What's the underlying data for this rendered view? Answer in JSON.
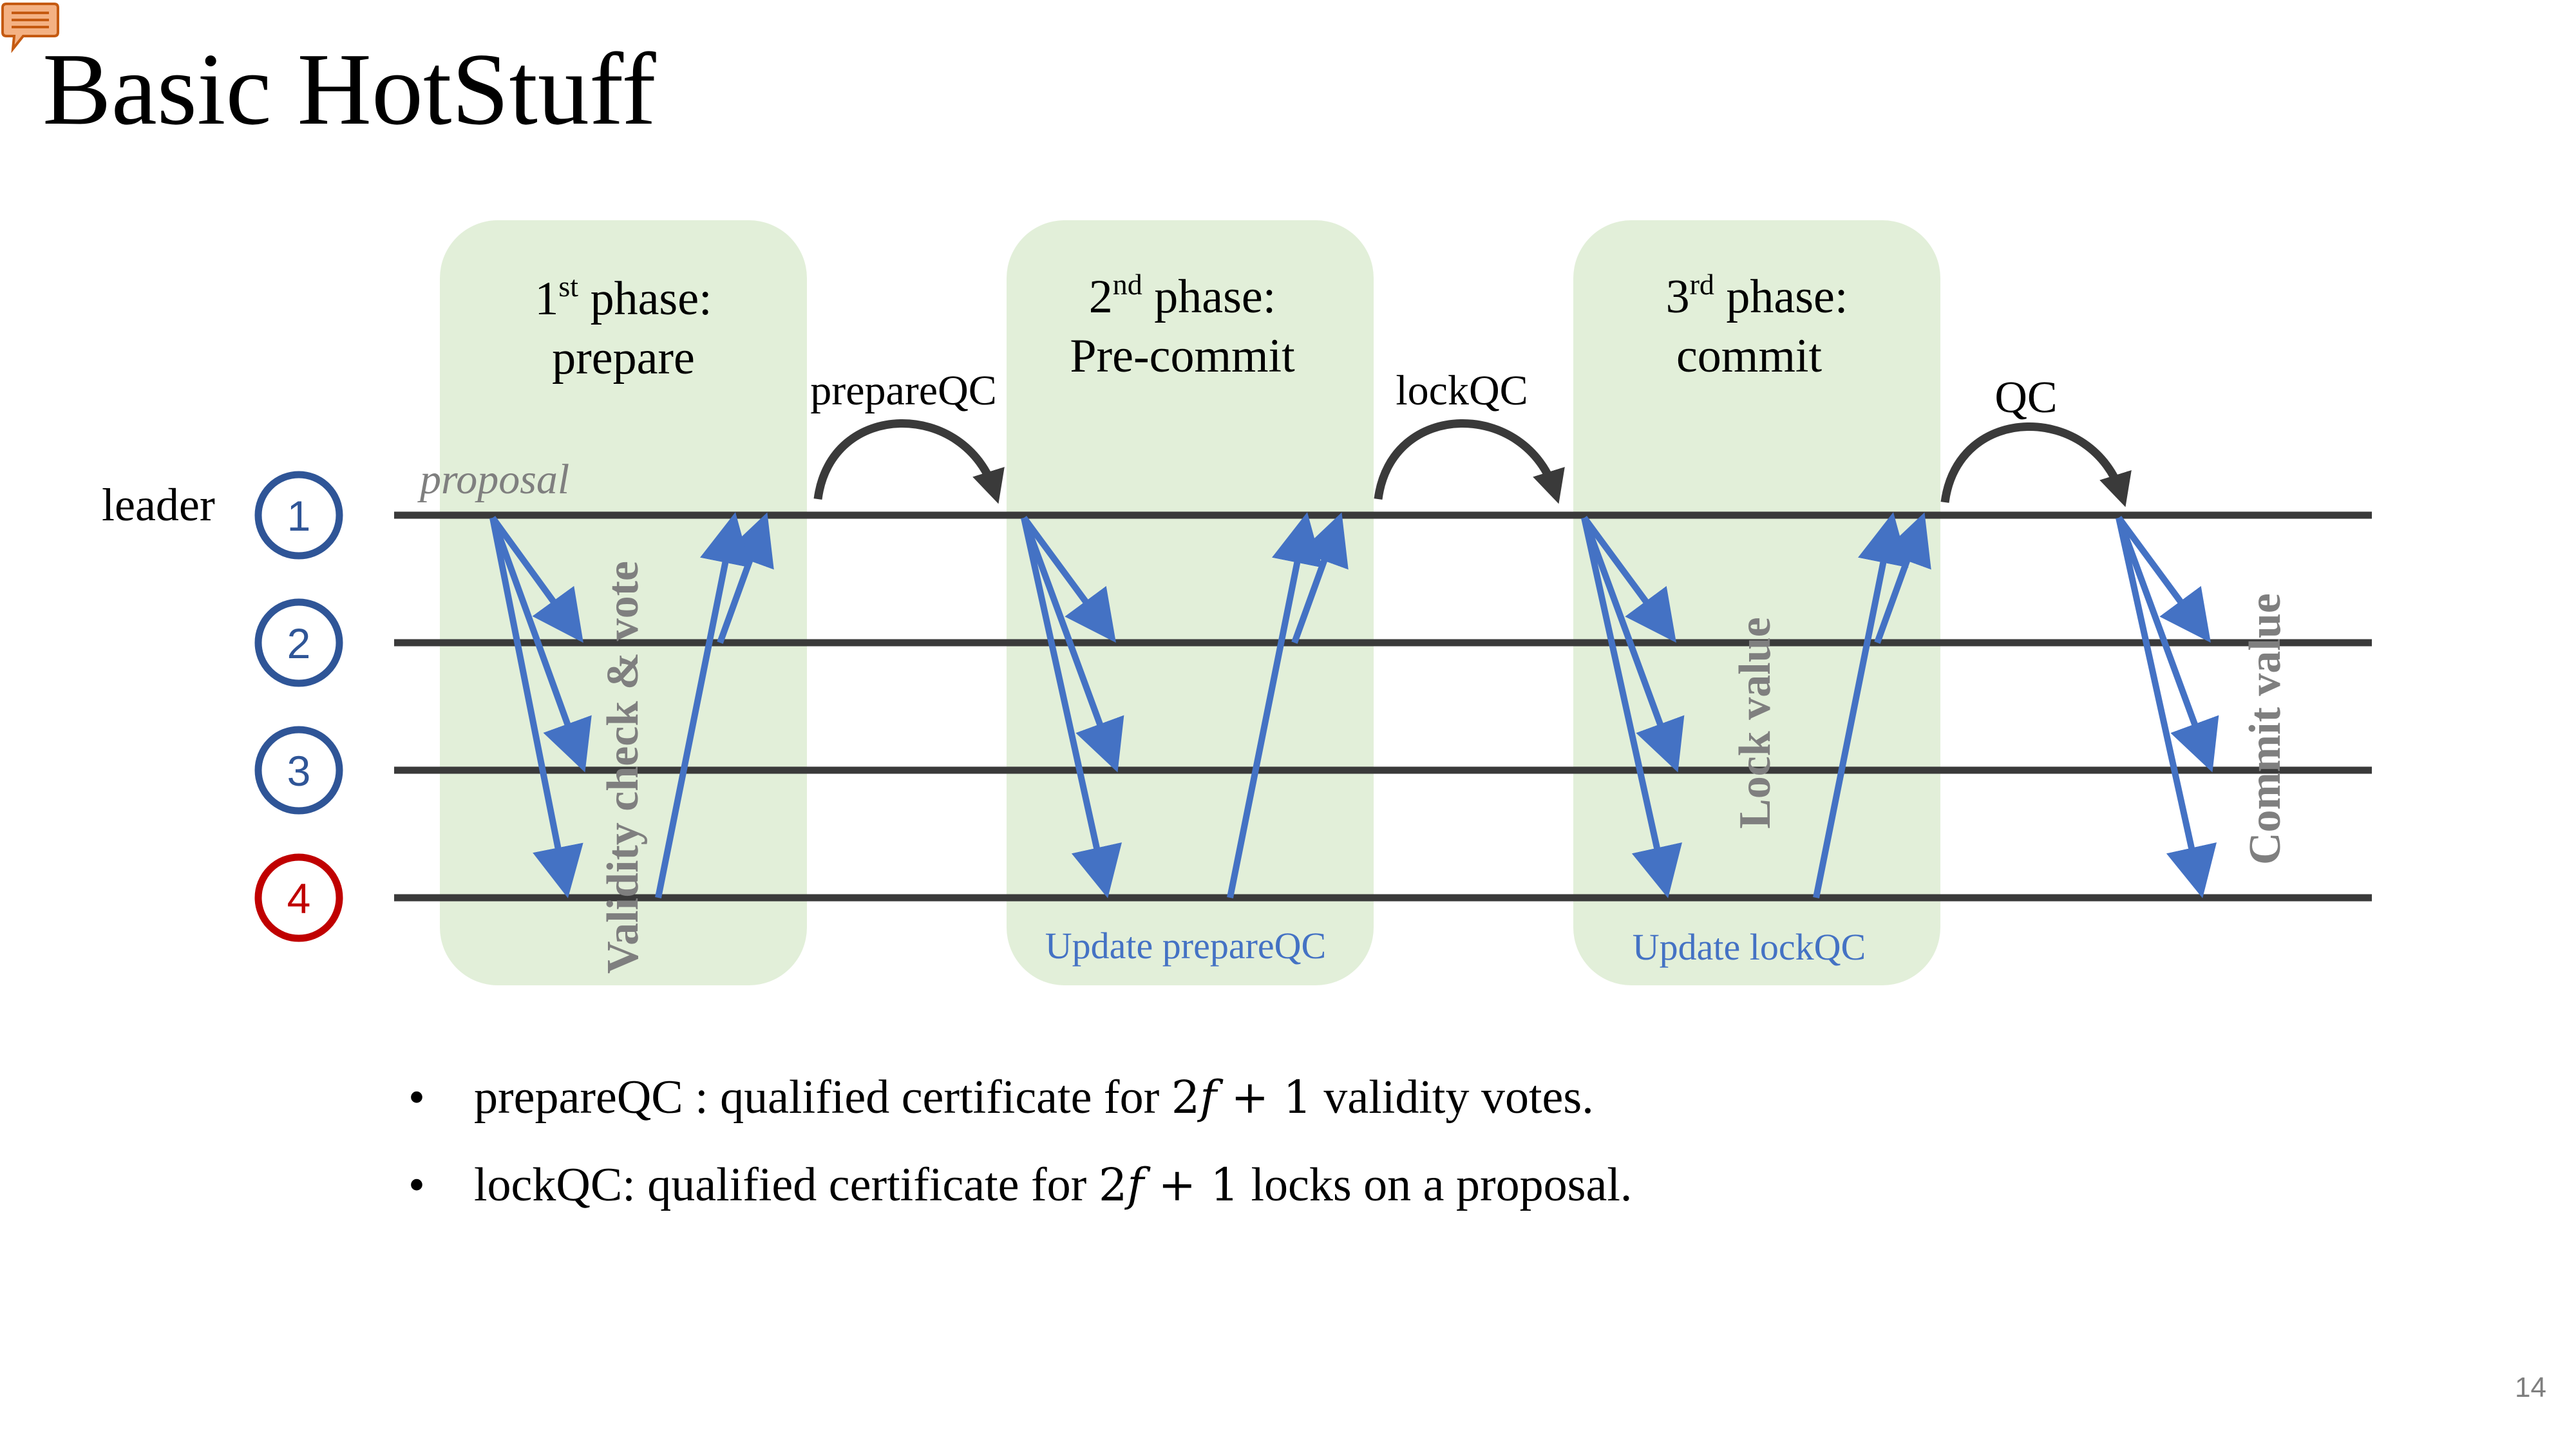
{
  "title": "Basic HotStuff",
  "slide_number": "14",
  "colors": {
    "phase_box": "#e2efd9",
    "timeline": "#3a3a3a",
    "message_arrow": "#4472c4",
    "node_blue": "#2f5597",
    "node_red": "#c00000",
    "curved_arrow": "#3a3a3a",
    "vertical_note": "#7f7f7f",
    "update_text": "#4472c4"
  },
  "icons": {
    "comment": "comment-icon"
  },
  "leader_label": "leader",
  "proposal_label": "proposal",
  "nodes": [
    {
      "label": "1",
      "faulty": false
    },
    {
      "label": "2",
      "faulty": false
    },
    {
      "label": "3",
      "faulty": false
    },
    {
      "label": "4",
      "faulty": true
    }
  ],
  "phases": [
    {
      "ordinal": "1",
      "suffix": "st",
      "name": "phase:",
      "subtitle": "prepare",
      "vertical_note": "Validity check & vote",
      "update_note": ""
    },
    {
      "ordinal": "2",
      "suffix": "nd",
      "name": "phase:",
      "subtitle": "Pre-commit",
      "vertical_note": "",
      "update_note": "Update prepareQC"
    },
    {
      "ordinal": "3",
      "suffix": "rd",
      "name": "phase:",
      "subtitle": "commit",
      "vertical_note": "Lock value",
      "update_note": "Update lockQC"
    }
  ],
  "qc_labels": [
    "prepareQC",
    "lockQC",
    "QC"
  ],
  "final_note": "Commit value",
  "bullets": [
    {
      "lead": "prepareQC : qualified certificate for ",
      "math_num": "2",
      "math_var": "f",
      "math_rest": " + 1",
      "tail": " validity votes."
    },
    {
      "lead": "lockQC: qualified certificate for ",
      "math_num": "2",
      "math_var": "f",
      "math_rest": " + 1",
      "tail": " locks on a proposal."
    }
  ],
  "bullet_symbol": "•"
}
